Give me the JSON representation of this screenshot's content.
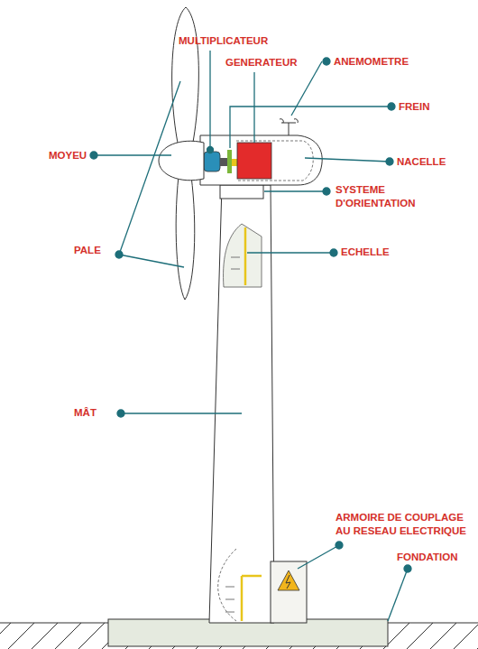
{
  "diagram": {
    "labels": [
      "MULTIPLICATEUR",
      "GENERATEUR",
      "ANEMOMETRE",
      "FREIN",
      "MOYEU",
      "NACELLE",
      "SYSTEME D'ORIENTATION",
      "PALE",
      "ECHELLE",
      "MÂT",
      "ARMOIRE DE COUPLAGE AU RESEAU ELECTRIQUE",
      "FONDATION"
    ]
  }
}
